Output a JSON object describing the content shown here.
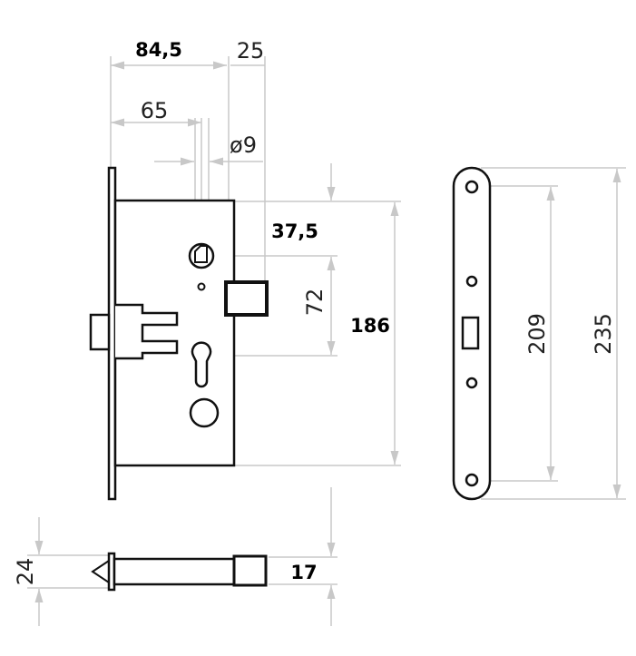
{
  "title": "Mortise lock dimension drawing",
  "dimensions": {
    "backset_total": "84,5",
    "faceplate_offset": "25",
    "backset": "65",
    "spindle": "ø9",
    "top_to_follower": "37,5",
    "follower_to_cylinder": "72",
    "case_height": "186",
    "faceplate_holes": "209",
    "faceplate_length": "235",
    "faceplate_width": "24",
    "bolt_width": "17"
  }
}
